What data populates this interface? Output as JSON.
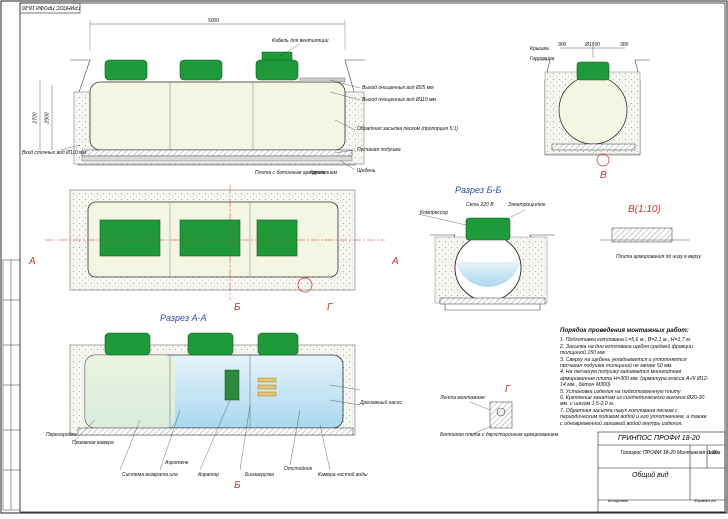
{
  "corner_label": "ГРИНПОС ПРОФИ 18-20",
  "section_titles": {
    "bb": "Разрез Б-Б",
    "aa": "Разрез А-А",
    "v": "В(1:10)",
    "g": "Г"
  },
  "markers": {
    "a_left": "А",
    "a_right": "А",
    "b_top": "Б",
    "b_bottom": "Б",
    "g": "Г",
    "v": "В"
  },
  "dims": {
    "length": "5000",
    "dia": "Ø1500",
    "d300a": "300",
    "d300b": "300",
    "d2700": "2700",
    "d2900": "2900"
  },
  "labels": {
    "hatch_lid": "Горловина",
    "cover": "Крышка",
    "pipe_out": "Выход очищенных вод Ø25 мм",
    "pipe_out2": "Выход очищенных вод Ø110 мм",
    "inlet": "Вход сточных вод Ø110 мм",
    "backfill": "Обратная засыпка песком (пропорция 5:1)",
    "sand": "Песчаная подушка",
    "gravel": "Щебень",
    "slab": "Плита с бетонным армированием",
    "ground": "Грунт",
    "cable": "Кабель для вентиляции",
    "compressor": "Компрессор",
    "elec_box": "Электрощиток",
    "socket": "Сеть 220 В",
    "slab_rein": "Плита армирования по низу в верху",
    "g_label1": "Лента монтажная",
    "g_label2": "Бетонная плита с двухсторонним армированием",
    "prim_chamber": "Приемная камера",
    "aero_zone": "Аэротенк",
    "settler": "Отстойник",
    "pump": "Дренажный насос",
    "aerator": "Аэратор",
    "bio": "Биозагрузка",
    "recycle": "Система возврата ила",
    "out_chamber": "Камера чистой воды",
    "partition": "Перегородка"
  },
  "notes": {
    "title": "Порядок проведения монтажных работ:",
    "items": [
      "1. Подготовка котлована L=5,6 м., B=2,1 м., H=1,7 м.",
      "2. Засыпка на дно котлована щебня средней фракции толщиной 150 мм.",
      "3. Сверху на щебень укладывается и уплотняется песчаная подушка толщиной не менее 50 мм.",
      "4. На песчаную подушку заливается монолитная армированная плита H=300 мм. (арматура класса A-III Ø12-14 мм., бетон M300)",
      "5. Установка изделия на подготовленную плиту",
      "6. Крепление канатом из синтетического волокна Ø20-30 мм. с шагом 1,5-2,0 м.",
      "7. Обратная засыпка пазух котлована песком с периодическим поливом водой и его уплотнением, а также с одновременной заливкой водой внутрь изделия."
    ]
  },
  "stamp": {
    "title": "ГРИНПОС ПРОФИ 18-20",
    "sub": "Топаэрос ПРОФИ 18-20 Монтажная схема",
    "view": "Общий вид",
    "scale": "1:20",
    "sheet": "Копировал",
    "format": "Формат А3"
  }
}
